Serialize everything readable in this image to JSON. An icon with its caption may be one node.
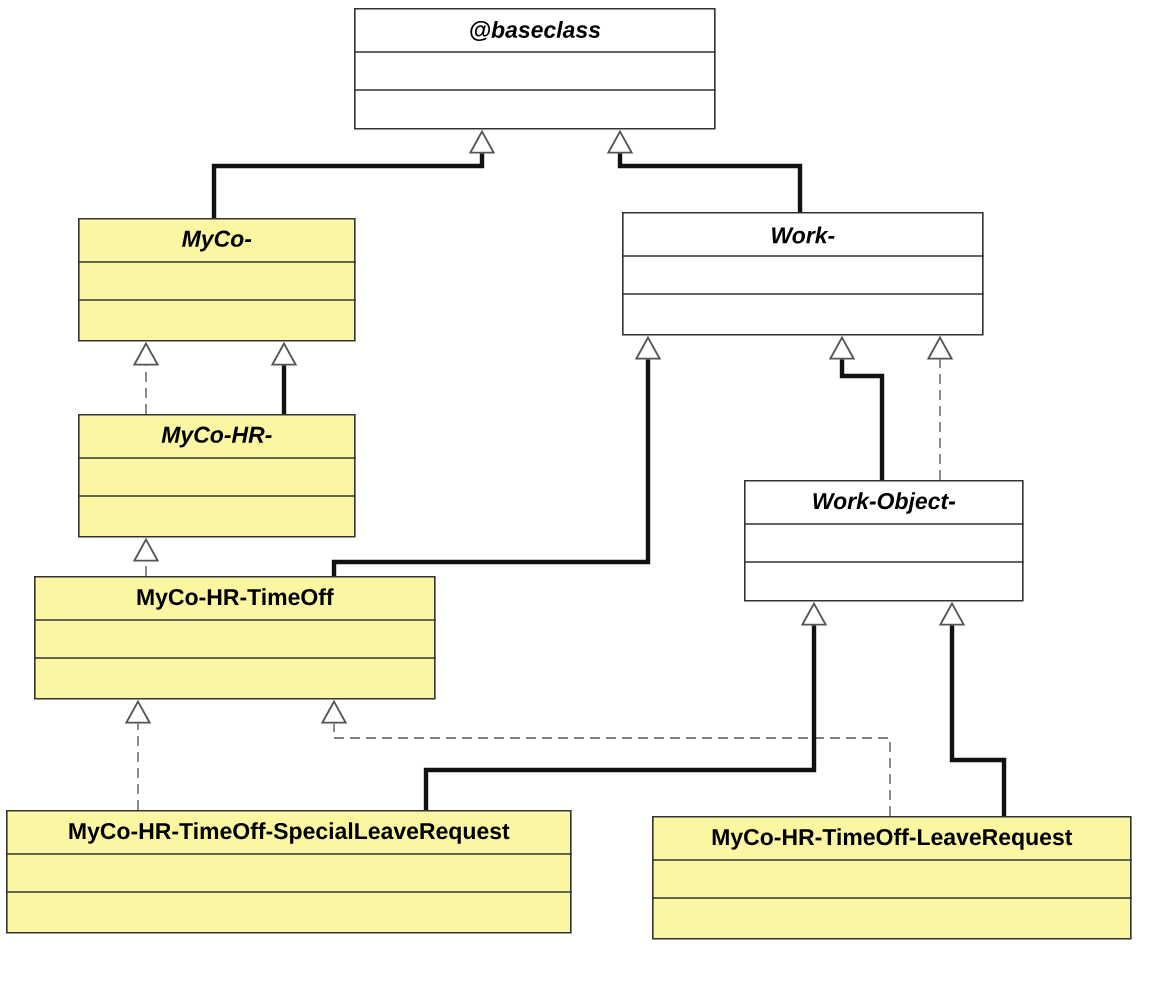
{
  "diagram": {
    "nodes": [
      {
        "text": [
          "@baseclass"
        ]
      },
      {
        "text": [
          "MyCo-"
        ]
      },
      {
        "text": [
          "Work-"
        ]
      },
      {
        "text": [
          "MyCo-HR-"
        ]
      },
      {
        "text": [
          "Work-Object-"
        ]
      },
      {
        "text": [
          "MyCo-HR-TimeOff"
        ]
      },
      {
        "text": [
          "MyCo-HR-TimeOff-SpecialLeaveRequest"
        ]
      },
      {
        "text": [
          "MyCo-HR-TimeOff-LeaveRequest"
        ]
      }
    ],
    "edges": [
      {
        "from": 1,
        "to": 0,
        "arrow": "to"
      },
      {
        "from": 2,
        "to": 0,
        "arrow": "to"
      },
      {
        "from": 3,
        "to": 1,
        "arrow": "to",
        "style": "dashed",
        "color": "#808080"
      },
      {
        "from": 3,
        "to": 1,
        "arrow": "to"
      },
      {
        "from": 5,
        "to": 3,
        "arrow": "to",
        "style": "dashed",
        "color": "#808080"
      },
      {
        "from": 5,
        "to": 2,
        "arrow": "to"
      },
      {
        "from": 4,
        "to": 2,
        "arrow": "to"
      },
      {
        "from": 4,
        "to": 2,
        "arrow": "to",
        "style": "dashed",
        "color": "#808080"
      },
      {
        "from": 6,
        "to": 5,
        "arrow": "to",
        "style": "dashed",
        "color": "#808080"
      },
      {
        "from": 7,
        "to": 5,
        "arrow": "to",
        "style": "dashed",
        "color": "#808080"
      },
      {
        "from": 6,
        "to": 4,
        "arrow": "to"
      },
      {
        "from": 7,
        "to": 4,
        "arrow": "to"
      }
    ]
  }
}
